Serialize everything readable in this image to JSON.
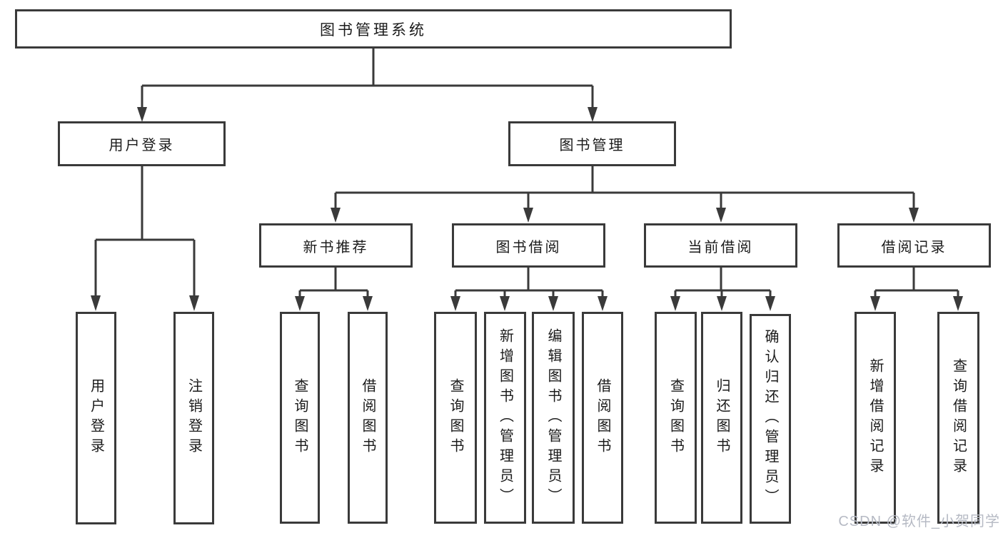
{
  "diagram": {
    "colors": {
      "line": "#3a3a3a",
      "box_border": "#3a3a3a",
      "text": "#1b1b1b",
      "background": "#ffffff",
      "watermark": "#b6bac4"
    },
    "nodes": {
      "root": {
        "label": "图书管理系统"
      },
      "level2": [
        {
          "label": "用户登录"
        },
        {
          "label": "图书管理"
        }
      ],
      "level3": [
        {
          "label": "新书推荐"
        },
        {
          "label": "图书借阅"
        },
        {
          "label": "当前借阅"
        },
        {
          "label": "借阅记录"
        }
      ],
      "leaves": [
        {
          "label": "用户登录",
          "parent": "用户登录"
        },
        {
          "label": "注销登录",
          "parent": "用户登录"
        },
        {
          "label": "查询图书",
          "parent": "新书推荐"
        },
        {
          "label": "借阅图书",
          "parent": "新书推荐"
        },
        {
          "label": "查询图书",
          "parent": "图书借阅"
        },
        {
          "label": "新增图书（管理员）",
          "parent": "图书借阅"
        },
        {
          "label": "编辑图书（管理员）",
          "parent": "图书借阅"
        },
        {
          "label": "借阅图书",
          "parent": "图书借阅"
        },
        {
          "label": "查询图书",
          "parent": "当前借阅"
        },
        {
          "label": "归还图书",
          "parent": "当前借阅"
        },
        {
          "label": "确认归还（管理员）",
          "parent": "当前借阅"
        },
        {
          "label": "新增借阅记录",
          "parent": "借阅记录"
        },
        {
          "label": "查询借阅记录",
          "parent": "借阅记录"
        }
      ]
    },
    "watermark": {
      "text": "CSDN @软件_小贺同学"
    }
  }
}
